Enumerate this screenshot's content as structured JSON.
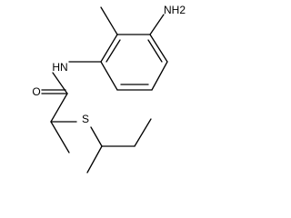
{
  "molecule": {
    "labels": {
      "amine_nh2": "NH2",
      "amide_nh": "HN",
      "carbonyl_o": "O",
      "thioether_s": "S"
    }
  },
  "colors": {
    "line": "#000000",
    "background": "#ffffff"
  }
}
